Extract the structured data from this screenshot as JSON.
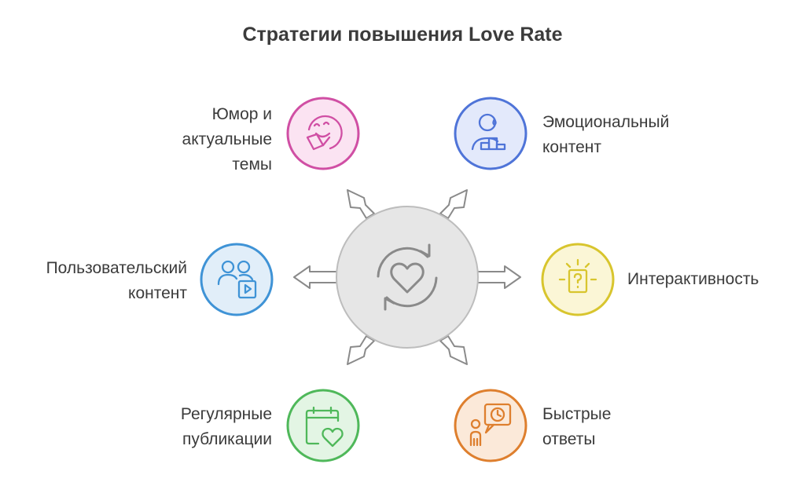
{
  "title": "Стратегии повышения Love Rate",
  "colors": {
    "hub_fill": "#e6e6e6",
    "hub_stroke": "#bdbdbd",
    "arrow_stroke": "#8a8a8a",
    "humor": "#d04fa4",
    "emotional": "#4f74d8",
    "ugc": "#3f93d6",
    "interactive": "#d8c52e",
    "regular": "#4fb85a",
    "fast": "#de7f2e"
  },
  "center_icon": "heart-refresh-icon",
  "nodes": [
    {
      "id": "humor",
      "lines": [
        "Юмор и",
        "актуальные",
        "темы"
      ],
      "icon": "laughing-face-icon"
    },
    {
      "id": "emotional",
      "lines": [
        "Эмоциональный",
        "контент"
      ],
      "icon": "crying-person-podium-icon"
    },
    {
      "id": "ugc",
      "lines": [
        "Пользовательский",
        "контент"
      ],
      "icon": "users-video-icon"
    },
    {
      "id": "interactive",
      "lines": [
        "Интерактивность"
      ],
      "icon": "question-box-icon"
    },
    {
      "id": "regular",
      "lines": [
        "Регулярные",
        "публикации"
      ],
      "icon": "calendar-heart-icon"
    },
    {
      "id": "fast",
      "lines": [
        "Быстрые",
        "ответы"
      ],
      "icon": "person-clock-bubble-icon"
    }
  ]
}
